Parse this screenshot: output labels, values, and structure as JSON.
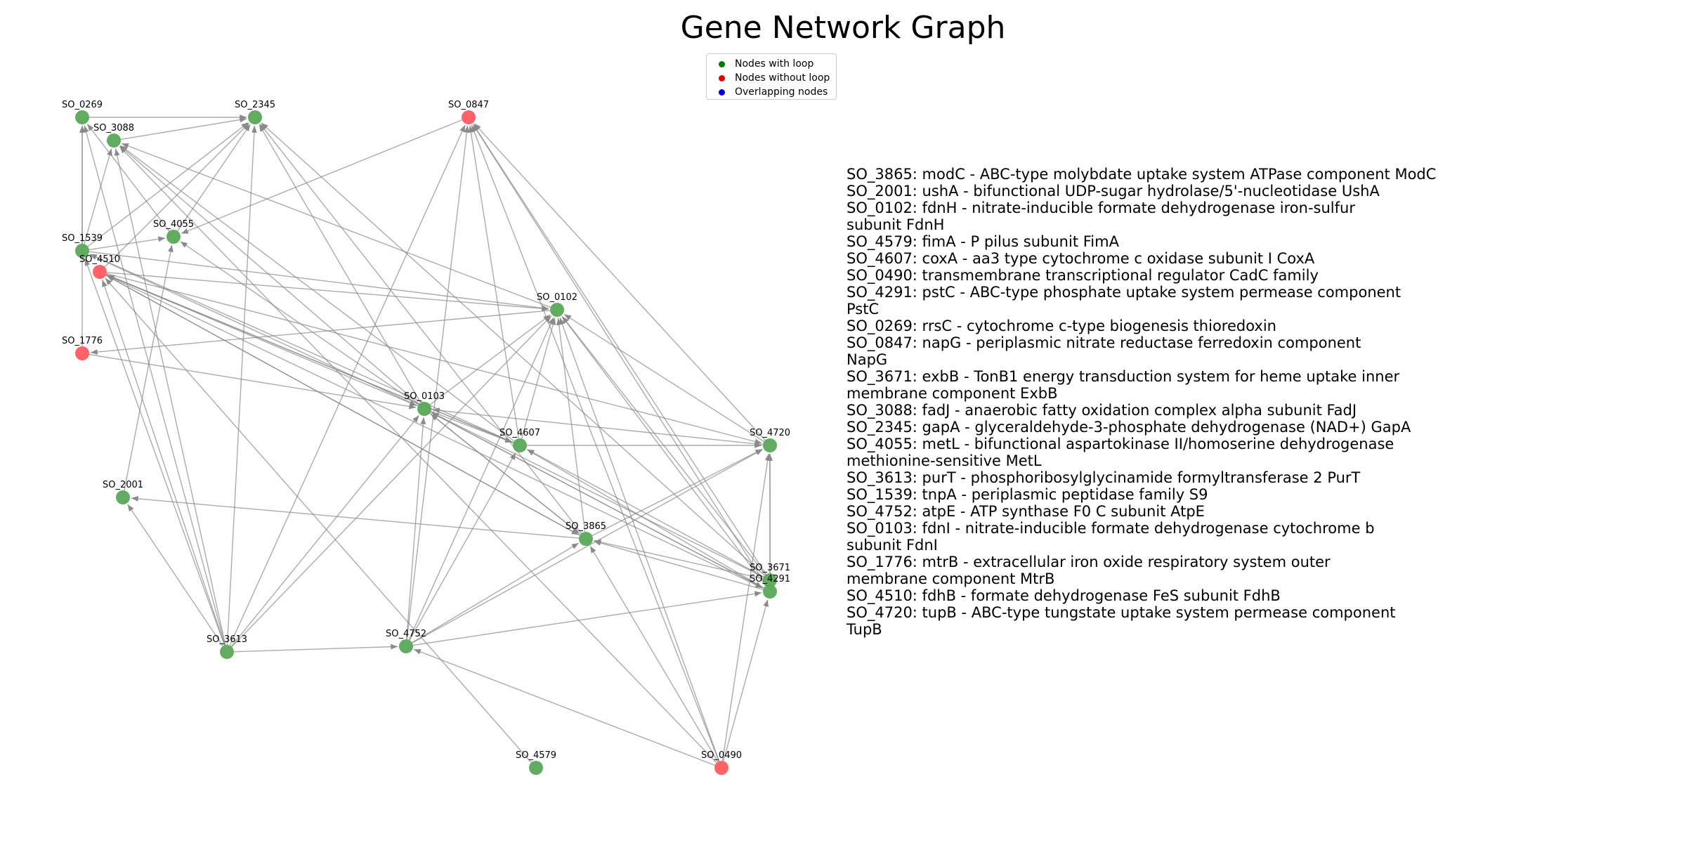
{
  "title": "Gene Network Graph",
  "colors": {
    "with_loop": "#5aa85a",
    "without_loop": "#ff5a5f",
    "overlap": "#0000cc",
    "edge": "#888888",
    "legend_with_loop": "#007a00",
    "legend_without_loop": "#e00000",
    "legend_overlap": "#0000dd"
  },
  "legend": {
    "placement": "top-center",
    "items": [
      {
        "label": "Nodes with loop",
        "color_key": "legend_with_loop"
      },
      {
        "label": "Nodes without loop",
        "color_key": "legend_without_loop"
      },
      {
        "label": "Overlapping nodes",
        "color_key": "legend_overlap"
      }
    ]
  },
  "nodes": [
    {
      "id": "SO_0269",
      "loop": true
    },
    {
      "id": "SO_2345",
      "loop": true
    },
    {
      "id": "SO_0847",
      "loop": false
    },
    {
      "id": "SO_3088",
      "loop": true
    },
    {
      "id": "SO_1539",
      "loop": true
    },
    {
      "id": "SO_4055",
      "loop": true
    },
    {
      "id": "SO_4510",
      "loop": false
    },
    {
      "id": "SO_0102",
      "loop": true
    },
    {
      "id": "SO_1776",
      "loop": false
    },
    {
      "id": "SO_0103",
      "loop": true
    },
    {
      "id": "SO_4607",
      "loop": true
    },
    {
      "id": "SO_4720",
      "loop": true
    },
    {
      "id": "SO_2001",
      "loop": true
    },
    {
      "id": "SO_3865",
      "loop": true
    },
    {
      "id": "SO_3671",
      "loop": true
    },
    {
      "id": "SO_4291",
      "loop": true
    },
    {
      "id": "SO_3613",
      "loop": true
    },
    {
      "id": "SO_4752",
      "loop": true
    },
    {
      "id": "SO_4579",
      "loop": true
    },
    {
      "id": "SO_0490",
      "loop": false
    }
  ],
  "edges": [
    [
      "SO_3088",
      "SO_2345"
    ],
    [
      "SO_0269",
      "SO_2345"
    ],
    [
      "SO_1539",
      "SO_0269"
    ],
    [
      "SO_1539",
      "SO_4055"
    ],
    [
      "SO_1539",
      "SO_2345"
    ],
    [
      "SO_1539",
      "SO_0102"
    ],
    [
      "SO_1539",
      "SO_3088"
    ],
    [
      "SO_4055",
      "SO_2345"
    ],
    [
      "SO_4055",
      "SO_0269"
    ],
    [
      "SO_4510",
      "SO_0102"
    ],
    [
      "SO_4510",
      "SO_0103"
    ],
    [
      "SO_4510",
      "SO_4607"
    ],
    [
      "SO_4510",
      "SO_3865"
    ],
    [
      "SO_4510",
      "SO_2345"
    ],
    [
      "SO_4510",
      "SO_4720"
    ],
    [
      "SO_4510",
      "SO_4291"
    ],
    [
      "SO_1776",
      "SO_0269"
    ],
    [
      "SO_1776",
      "SO_0103"
    ],
    [
      "SO_0103",
      "SO_3088"
    ],
    [
      "SO_0103",
      "SO_2345"
    ],
    [
      "SO_0103",
      "SO_0102"
    ],
    [
      "SO_0103",
      "SO_4607"
    ],
    [
      "SO_0103",
      "SO_3865"
    ],
    [
      "SO_0103",
      "SO_4291"
    ],
    [
      "SO_0103",
      "SO_4055"
    ],
    [
      "SO_0103",
      "SO_1539"
    ],
    [
      "SO_4607",
      "SO_4720"
    ],
    [
      "SO_4607",
      "SO_3088"
    ],
    [
      "SO_4607",
      "SO_0847"
    ],
    [
      "SO_4607",
      "SO_0102"
    ],
    [
      "SO_4607",
      "SO_4510"
    ],
    [
      "SO_4607",
      "SO_1539"
    ],
    [
      "SO_4720",
      "SO_0102"
    ],
    [
      "SO_4720",
      "SO_0847"
    ],
    [
      "SO_4720",
      "SO_0103"
    ],
    [
      "SO_3865",
      "SO_4720"
    ],
    [
      "SO_3865",
      "SO_2001"
    ],
    [
      "SO_3865",
      "SO_0103"
    ],
    [
      "SO_3865",
      "SO_4510"
    ],
    [
      "SO_3865",
      "SO_2345"
    ],
    [
      "SO_3865",
      "SO_0102"
    ],
    [
      "SO_3671",
      "SO_3865"
    ],
    [
      "SO_3671",
      "SO_0102"
    ],
    [
      "SO_3671",
      "SO_0847"
    ],
    [
      "SO_3671",
      "SO_4720"
    ],
    [
      "SO_3671",
      "SO_4607"
    ],
    [
      "SO_3671",
      "SO_0103"
    ],
    [
      "SO_3671",
      "SO_2345"
    ],
    [
      "SO_4291",
      "SO_3865"
    ],
    [
      "SO_4291",
      "SO_4720"
    ],
    [
      "SO_4291",
      "SO_0102"
    ],
    [
      "SO_4291",
      "SO_0847"
    ],
    [
      "SO_4291",
      "SO_4607"
    ],
    [
      "SO_4291",
      "SO_0103"
    ],
    [
      "SO_3613",
      "SO_4752"
    ],
    [
      "SO_3613",
      "SO_2001"
    ],
    [
      "SO_3613",
      "SO_3088"
    ],
    [
      "SO_3613",
      "SO_1539"
    ],
    [
      "SO_3613",
      "SO_4510"
    ],
    [
      "SO_3613",
      "SO_2345"
    ],
    [
      "SO_3613",
      "SO_0103"
    ],
    [
      "SO_3613",
      "SO_0102"
    ],
    [
      "SO_3613",
      "SO_0269"
    ],
    [
      "SO_3613",
      "SO_0847"
    ],
    [
      "SO_4752",
      "SO_3865"
    ],
    [
      "SO_4752",
      "SO_0847"
    ],
    [
      "SO_4752",
      "SO_0102"
    ],
    [
      "SO_4752",
      "SO_4720"
    ],
    [
      "SO_4752",
      "SO_4291"
    ],
    [
      "SO_4752",
      "SO_4607"
    ],
    [
      "SO_4752",
      "SO_0103"
    ],
    [
      "SO_4579",
      "SO_4510"
    ],
    [
      "SO_0490",
      "SO_4291"
    ],
    [
      "SO_0490",
      "SO_4720"
    ],
    [
      "SO_0490",
      "SO_0102"
    ],
    [
      "SO_0490",
      "SO_0847"
    ],
    [
      "SO_0490",
      "SO_3088"
    ],
    [
      "SO_0490",
      "SO_4752"
    ],
    [
      "SO_0490",
      "SO_3865"
    ],
    [
      "SO_0847",
      "SO_4055"
    ],
    [
      "SO_2001",
      "SO_4055"
    ],
    [
      "SO_0102",
      "SO_3088"
    ],
    [
      "SO_0102",
      "SO_1776"
    ]
  ],
  "descriptions": [
    "SO_3865: modC - ABC-type molybdate uptake system ATPase component ModC",
    "SO_2001: ushA - bifunctional UDP-sugar hydrolase/5'-nucleotidase UshA",
    "SO_0102: fdnH - nitrate-inducible formate dehydrogenase iron-sulfur",
    "subunit FdnH",
    "SO_4579: fimA - P pilus subunit FimA",
    "SO_4607: coxA - aa3 type cytochrome c oxidase subunit I CoxA",
    "SO_0490: transmembrane transcriptional regulator CadC family",
    "SO_4291: pstC - ABC-type phosphate uptake system permease component",
    "PstC",
    "SO_0269: rrsC - cytochrome c-type biogenesis thioredoxin",
    "SO_0847: napG - periplasmic nitrate reductase ferredoxin component",
    "NapG",
    "SO_3671: exbB - TonB1 energy transduction system for heme uptake inner",
    "membrane component ExbB",
    "SO_3088: fadJ - anaerobic fatty oxidation complex alpha subunit FadJ",
    "SO_2345: gapA - glyceraldehyde-3-phosphate dehydrogenase (NAD+) GapA",
    "SO_4055: metL - bifunctional aspartokinase II/homoserine dehydrogenase",
    "methionine-sensitive MetL",
    "SO_3613: purT - phosphoribosylglycinamide formyltransferase 2 PurT",
    "SO_1539: tnpA - periplasmic peptidase family S9",
    "SO_4752: atpE - ATP synthase F0 C subunit AtpE",
    "SO_0103: fdnI - nitrate-inducible formate dehydrogenase cytochrome b",
    "subunit FdnI",
    "SO_1776: mtrB - extracellular iron oxide respiratory system outer",
    "membrane component MtrB",
    "SO_4510: fdhB - formate dehydrogenase FeS subunit FdhB",
    "SO_4720: tupB - ABC-type tungstate uptake system permease component",
    "TupB"
  ]
}
